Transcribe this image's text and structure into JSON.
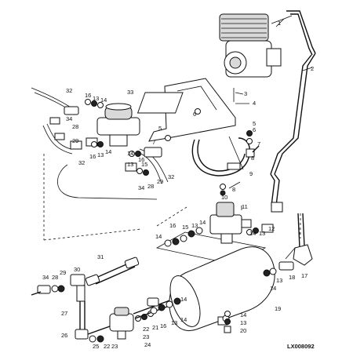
{
  "figure_code": "LX008092",
  "callouts": [
    "1",
    "2",
    "3",
    "4",
    "5",
    "6",
    "7",
    "8",
    "9",
    "10",
    "11",
    "12",
    "13",
    "14",
    "15",
    "16",
    "17",
    "18",
    "19",
    "20",
    "21",
    "22",
    "23",
    "24",
    "25",
    "26",
    "27",
    "28",
    "29",
    "30",
    "31",
    "32",
    "33",
    "34"
  ]
}
